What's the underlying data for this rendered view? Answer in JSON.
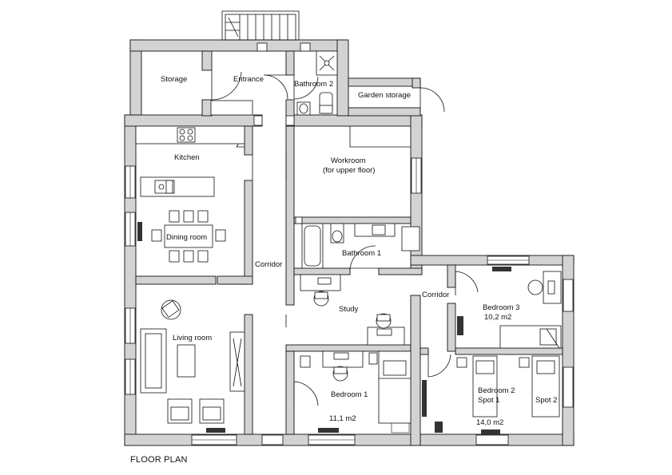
{
  "caption": "FLOOR PLAN",
  "rooms": {
    "storage": "Storage",
    "entrance": "Entrance",
    "bathroom2": "Bathroom 2",
    "garden_storage": "Garden storage",
    "kitchen": "Kitchen",
    "workroom_line1": "Workroom",
    "workroom_line2": "(for upper floor)",
    "dining_room": "Dining room",
    "corridor_left": "Corridor",
    "bathroom1": "Bathroom 1",
    "study": "Study",
    "corridor_right": "Corridor",
    "bedroom3": "Bedroom 3",
    "bedroom3_area": "10,2 m2",
    "living_room": "Living room",
    "bedroom1": "Bedroom 1",
    "bedroom1_area": "11,1 m2",
    "bedroom2": "Bedroom 2",
    "spot1": "Spot 1",
    "spot2": "Spot 2",
    "bedroom2_area": "14,0 m2"
  }
}
